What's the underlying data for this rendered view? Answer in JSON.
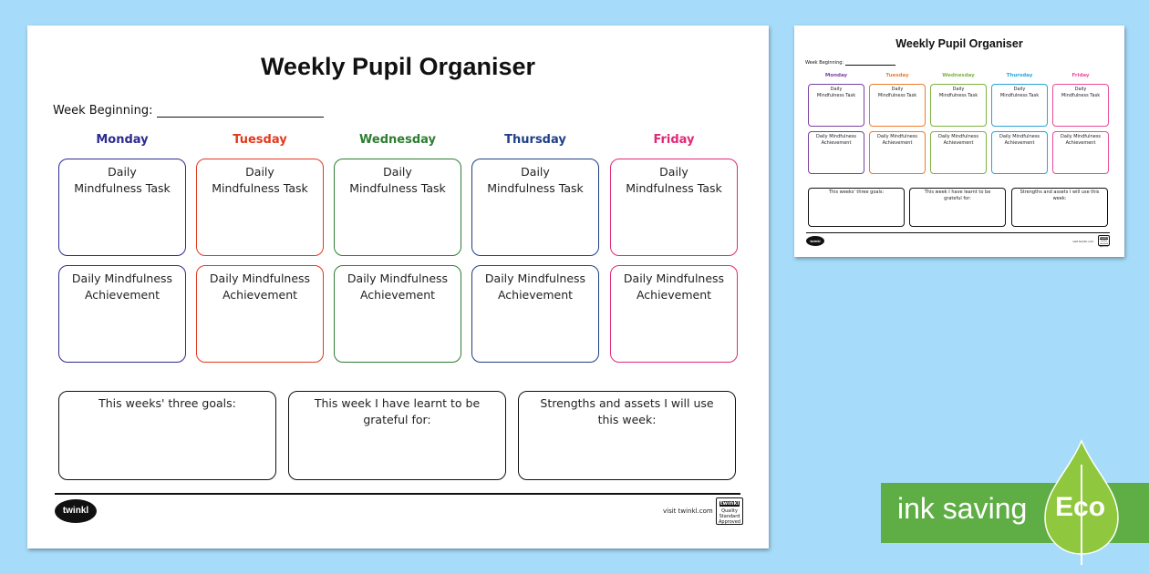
{
  "worksheet": {
    "title": "Weekly Pupil Organiser",
    "week_beginning_label": "Week Beginning:",
    "days": [
      {
        "name": "Monday",
        "color": "#2e2a8f"
      },
      {
        "name": "Tuesday",
        "color": "#e03a1e"
      },
      {
        "name": "Wednesday",
        "color": "#2e7d32"
      },
      {
        "name": "Thursday",
        "color": "#1f3f86"
      },
      {
        "name": "Friday",
        "color": "#e0287a"
      }
    ],
    "task_box": {
      "line1": "Daily",
      "line2": "Mindfulness Task"
    },
    "achievement_box": {
      "line1": "Daily Mindfulness",
      "line2": "Achievement"
    },
    "goals": [
      {
        "label": "This weeks' three goals:"
      },
      {
        "label": "This week I have learnt to be grateful for:"
      },
      {
        "label": "Strengths and assets I will use this week:"
      }
    ],
    "footer": {
      "logo_text": "twinkl",
      "visit_text": "visit twinkl.com",
      "badge_top": "twinkl",
      "badge_text": "Quality Standard Approved"
    }
  },
  "thumbnail": {
    "day_colors": [
      "#7b3fa0",
      "#f07a2a",
      "#7cb342",
      "#29a5d6",
      "#e94b9a"
    ]
  },
  "eco_banner": {
    "label": "ink saving",
    "badge": "Eco",
    "bar_color": "#5fae45",
    "leaf_color": "#8fc83e"
  }
}
